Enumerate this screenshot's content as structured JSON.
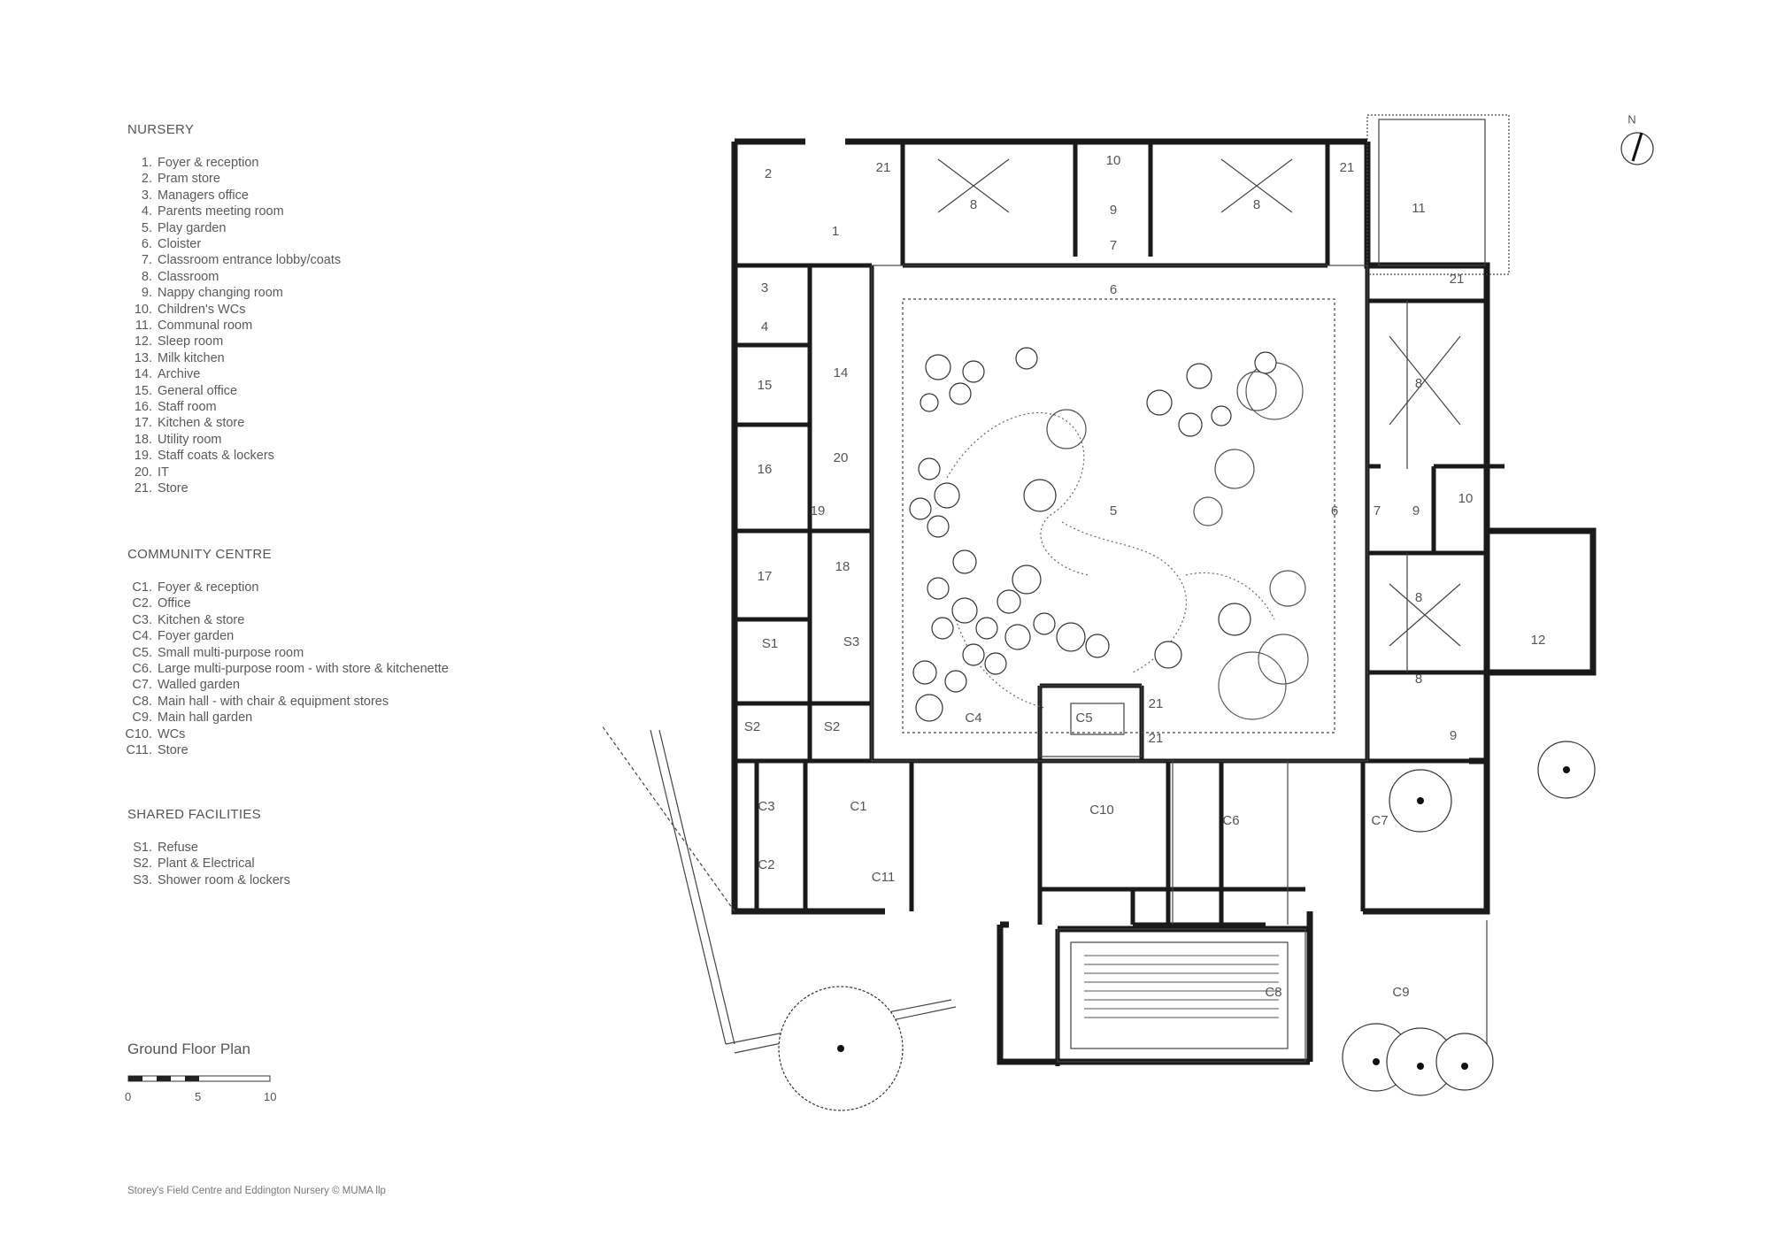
{
  "nursery": {
    "title": "NURSERY",
    "items": [
      {
        "num": "1.",
        "label": "Foyer & reception"
      },
      {
        "num": "2.",
        "label": "Pram store"
      },
      {
        "num": "3.",
        "label": "Managers office"
      },
      {
        "num": "4.",
        "label": "Parents meeting room"
      },
      {
        "num": "5.",
        "label": "Play garden"
      },
      {
        "num": "6.",
        "label": "Cloister"
      },
      {
        "num": "7.",
        "label": "Classroom entrance lobby/coats"
      },
      {
        "num": "8.",
        "label": "Classroom"
      },
      {
        "num": "9.",
        "label": "Nappy changing room"
      },
      {
        "num": "10.",
        "label": "Children's WCs"
      },
      {
        "num": "11.",
        "label": "Communal room"
      },
      {
        "num": "12.",
        "label": "Sleep room"
      },
      {
        "num": "13.",
        "label": "Milk kitchen"
      },
      {
        "num": "14.",
        "label": "Archive"
      },
      {
        "num": "15.",
        "label": "General office"
      },
      {
        "num": "16.",
        "label": "Staff room"
      },
      {
        "num": "17.",
        "label": "Kitchen & store"
      },
      {
        "num": "18.",
        "label": "Utility room"
      },
      {
        "num": "19.",
        "label": "Staff coats & lockers"
      },
      {
        "num": "20.",
        "label": "IT"
      },
      {
        "num": "21.",
        "label": "Store"
      }
    ]
  },
  "community": {
    "title": "COMMUNITY CENTRE",
    "items": [
      {
        "num": "C1.",
        "label": "Foyer & reception"
      },
      {
        "num": "C2.",
        "label": "Office"
      },
      {
        "num": "C3.",
        "label": "Kitchen & store"
      },
      {
        "num": "C4.",
        "label": "Foyer garden"
      },
      {
        "num": "C5.",
        "label": "Small multi-purpose room"
      },
      {
        "num": "C6.",
        "label": "Large multi-purpose room - with store & kitchenette"
      },
      {
        "num": "C7.",
        "label": "Walled garden"
      },
      {
        "num": "C8.",
        "label": "Main hall - with chair & equipment stores"
      },
      {
        "num": "C9.",
        "label": "Main hall garden"
      },
      {
        "num": "C10.",
        "label": "WCs"
      },
      {
        "num": "C11.",
        "label": "Store"
      }
    ]
  },
  "shared": {
    "title": "SHARED FACILITIES",
    "items": [
      {
        "num": "S1.",
        "label": "Refuse"
      },
      {
        "num": "S2.",
        "label": "Plant & Electrical"
      },
      {
        "num": "S3.",
        "label": "Shower room & lockers"
      }
    ]
  },
  "plan_title": "Ground Floor Plan",
  "scale_bar": {
    "labels": [
      "0",
      "5",
      "10"
    ]
  },
  "credit": "Storey's Field Centre and Eddington Nursery © MUMA llp",
  "north_label": "N",
  "room_labels": {
    "r1": "1",
    "r2": "2",
    "r3": "3",
    "r4": "4",
    "r5": "5",
    "r6a": "6",
    "r6b": "6",
    "r7a": "7",
    "r7b": "7",
    "r8a": "8",
    "r8b": "8",
    "r8c": "8",
    "r8d": "8",
    "r8e": "8",
    "r9a": "9",
    "r9b": "9",
    "r9c": "9",
    "r10a": "10",
    "r10b": "10",
    "r11": "11",
    "r12": "12",
    "r14": "14",
    "r15": "15",
    "r16": "16",
    "r17": "17",
    "r18": "18",
    "r19": "19",
    "r20": "20",
    "r21a": "21",
    "r21b": "21",
    "r21c": "21",
    "r21d": "21",
    "r21e": "21",
    "c1": "C1",
    "c2": "C2",
    "c3": "C3",
    "c4": "C4",
    "c5": "C5",
    "c6": "C6",
    "c7": "C7",
    "c8": "C8",
    "c9": "C9",
    "c10": "C10",
    "c11": "C11",
    "s1": "S1",
    "s2a": "S2",
    "s2b": "S2",
    "s3": "S3"
  },
  "colors": {
    "wall": "#1a1a1a",
    "line": "#555555",
    "text": "#555555"
  }
}
